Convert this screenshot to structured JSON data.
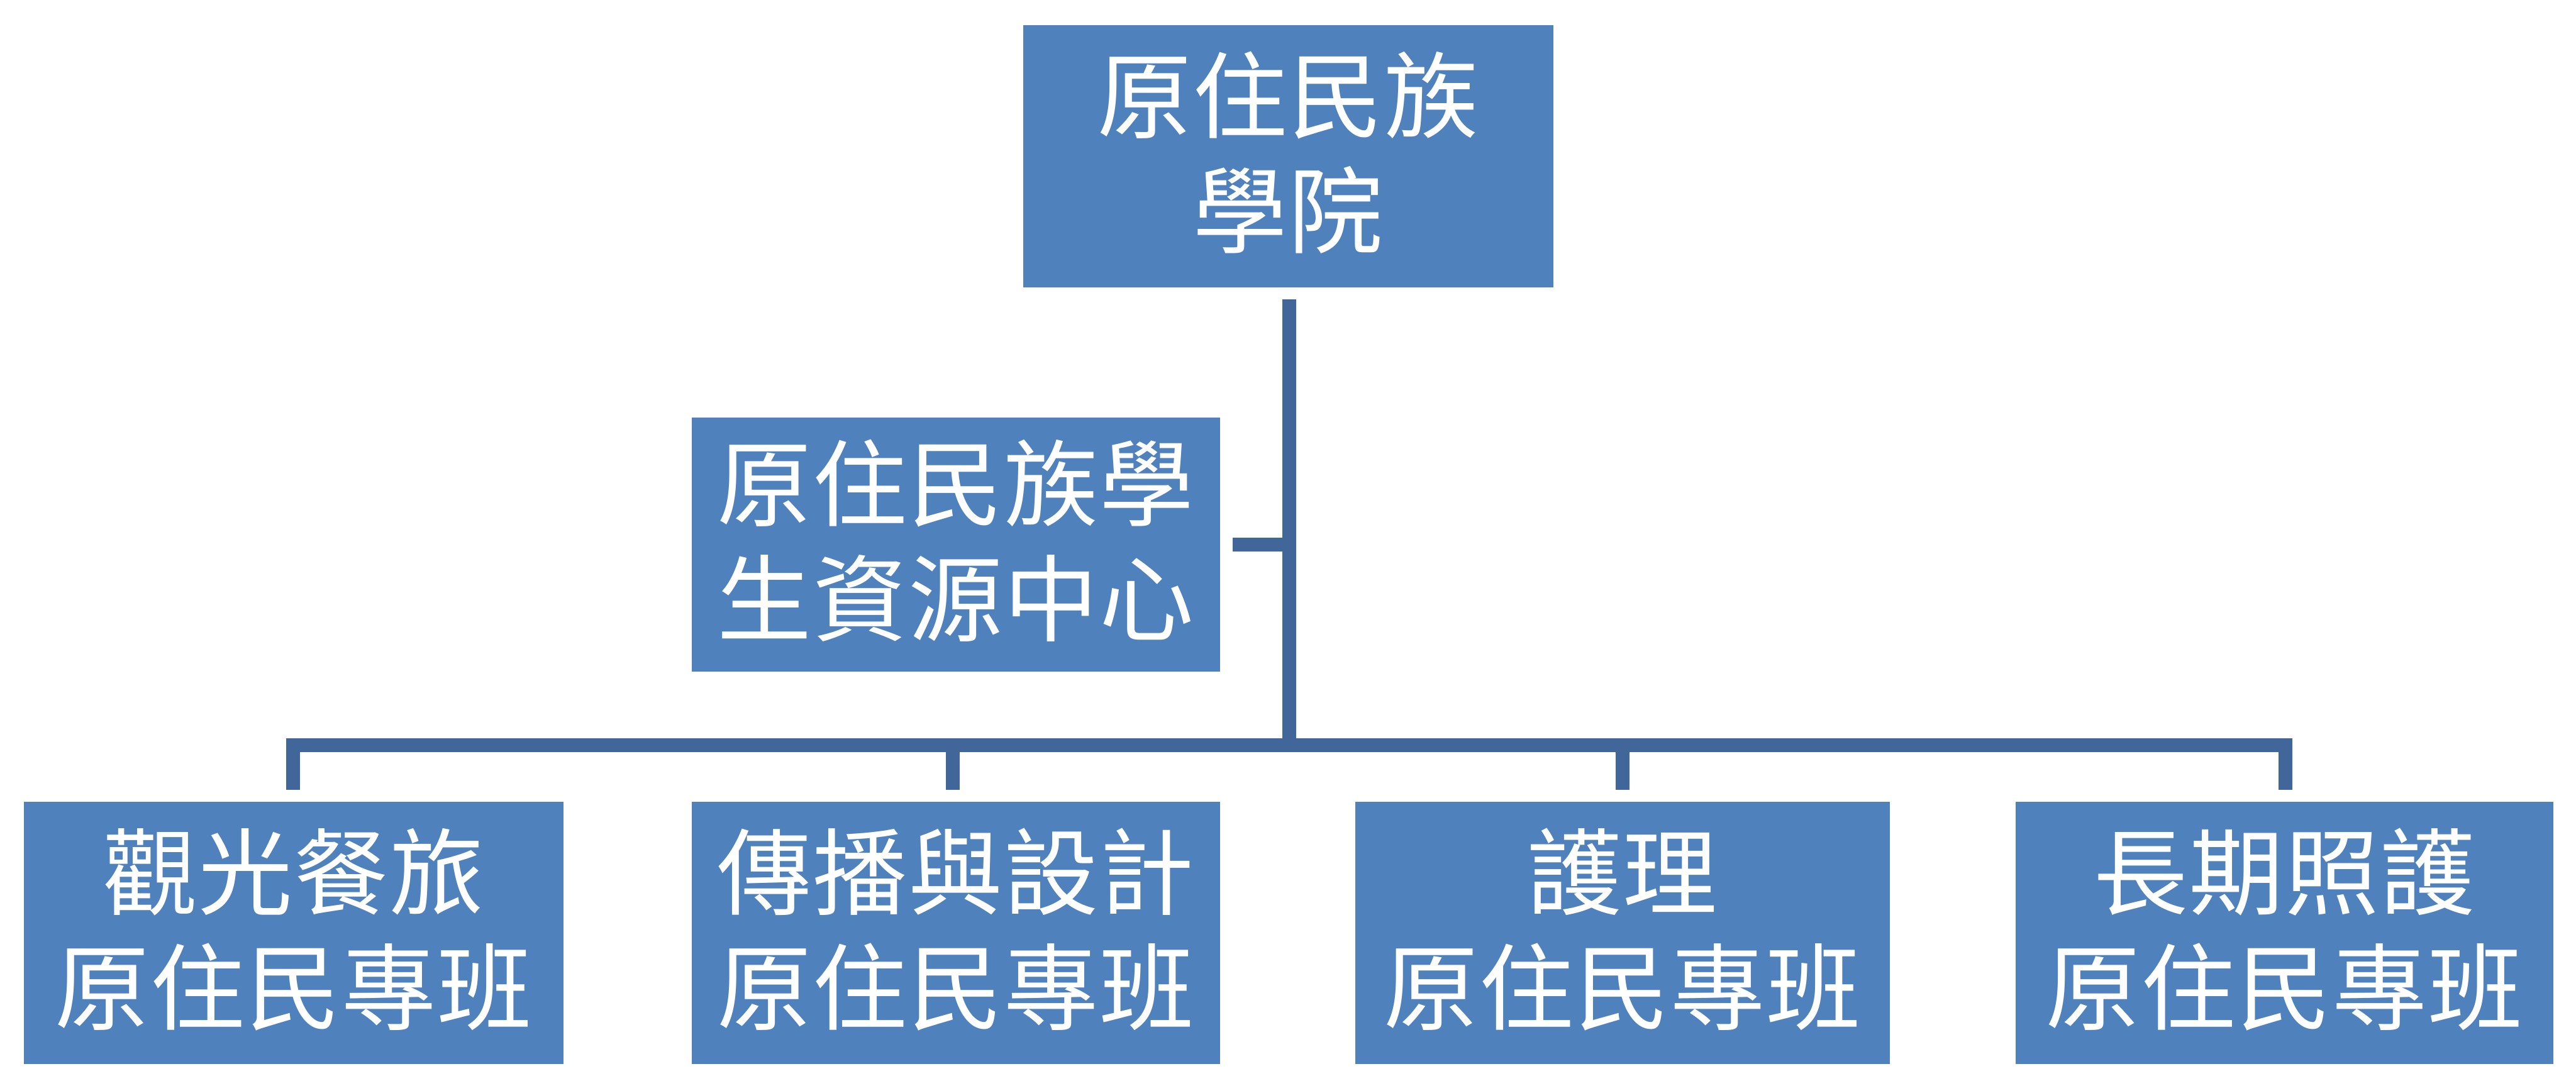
{
  "accent_color": "#4f81bd",
  "connector_color": "#41669a",
  "root": {
    "lines": [
      "原住民族",
      "學院"
    ]
  },
  "assistant": {
    "lines": [
      "原住民族學",
      "生資源中心"
    ]
  },
  "programs": [
    {
      "lines": [
        "觀光餐旅",
        "原住民專班"
      ]
    },
    {
      "lines": [
        "傳播與設計",
        "原住民專班"
      ]
    },
    {
      "lines": [
        "護理",
        "原住民專班"
      ]
    },
    {
      "lines": [
        "長期照護",
        "原住民專班"
      ]
    }
  ]
}
